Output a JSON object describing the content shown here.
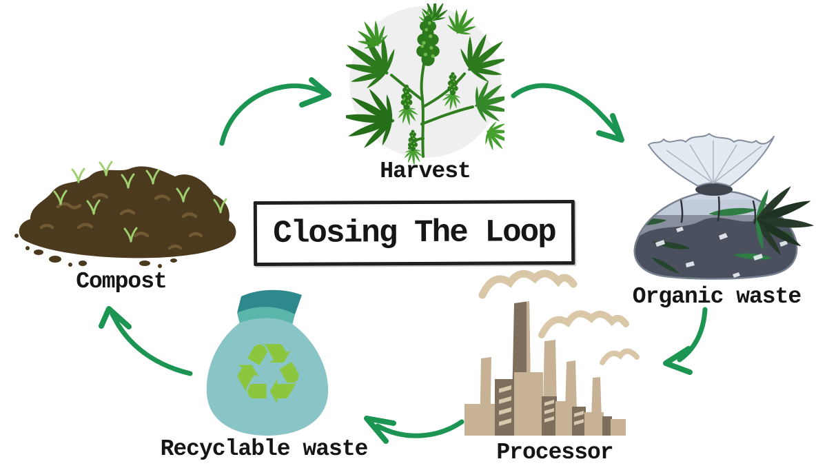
{
  "title": "Closing The Loop",
  "nodes": {
    "harvest": {
      "label": "Harvest"
    },
    "organic_waste": {
      "label": "Organic waste"
    },
    "processor": {
      "label": "Processor"
    },
    "recyclable_waste": {
      "label": "Recyclable waste"
    },
    "compost": {
      "label": "Compost"
    }
  },
  "cycle_arrows": [
    {
      "from": "compost",
      "to": "harvest"
    },
    {
      "from": "harvest",
      "to": "organic_waste"
    },
    {
      "from": "organic_waste",
      "to": "processor"
    },
    {
      "from": "processor",
      "to": "recyclable_waste"
    },
    {
      "from": "recyclable_waste",
      "to": "compost"
    }
  ],
  "icons": {
    "harvest": "cannabis-plant-icon",
    "organic_waste": "trash-bag-with-leaves-icon",
    "processor": "factory-icon",
    "recyclable_waste": "recycle-bag-icon",
    "compost": "soil-pile-icon",
    "recycle_glyph": "♻"
  },
  "colors": {
    "arrow_green": "#1b9551",
    "text": "#161616",
    "harvest_circle_bg": "#efeff0",
    "plant_green_dark": "#2c7a1d",
    "plant_green_light": "#6fb84a",
    "organic_bag_film": "#cdd6e2",
    "organic_bag_contents": "#4a505e",
    "factory_tan": "#c7b295",
    "factory_dark": "#7e6f5c",
    "smoke_tan": "#d9c7a8",
    "recycle_bag_teal": "#89c4c7",
    "recycle_knot_teal": "#2e898c",
    "recycle_lime": "#8cc63e",
    "compost_brown": "#4c3a1e",
    "compost_squiggle": "#715a33",
    "sprout_green": "#9ed06f"
  }
}
